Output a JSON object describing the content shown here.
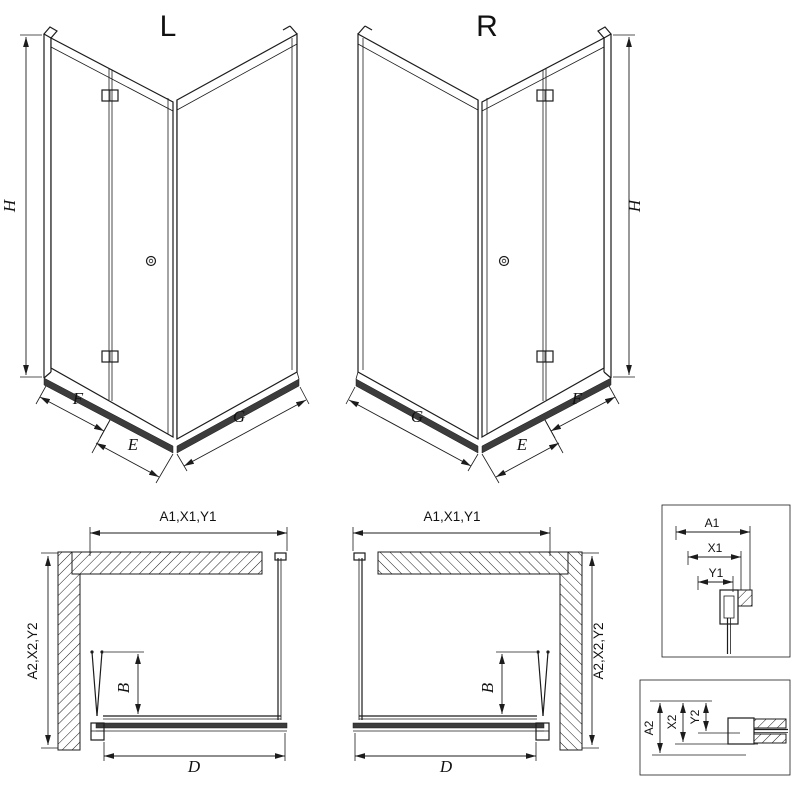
{
  "perspective_views": {
    "left": {
      "label": "L",
      "dims": {
        "height": "H",
        "fixed_panel": "F",
        "entry": "E",
        "side_panel": "G"
      }
    },
    "right": {
      "label": "R",
      "dims": {
        "height": "H",
        "fixed_panel": "F",
        "entry": "E",
        "side_panel": "G"
      }
    }
  },
  "plan_views": {
    "left": {
      "width_dims": "A1,X1,Y1",
      "depth_dims": "A2,X2,Y2",
      "fold_depth": "B",
      "entry_width": "D"
    },
    "right": {
      "width_dims": "A1,X1,Y1",
      "depth_dims": "A2,X2,Y2",
      "fold_depth": "B",
      "entry_width": "D"
    }
  },
  "detail_views": {
    "wall_profile": {
      "dims": [
        "A1",
        "X1",
        "Y1"
      ]
    },
    "threshold_profile": {
      "dims": [
        "A2",
        "X2",
        "Y2"
      ]
    }
  },
  "colors": {
    "line": "#1c1c1c",
    "tray": "#3c3c3c",
    "background": "#ffffff"
  }
}
